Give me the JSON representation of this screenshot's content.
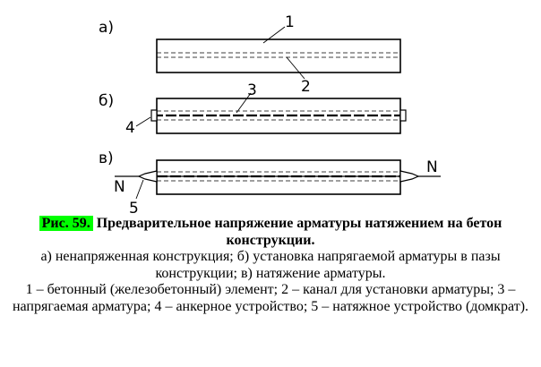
{
  "diagram": {
    "panels": [
      {
        "letter": "а)"
      },
      {
        "letter": "б)"
      },
      {
        "letter": "в)"
      }
    ],
    "labels": {
      "c1": "1",
      "c2": "2",
      "c3": "3",
      "c4": "4",
      "c5": "5",
      "force_left": "N",
      "force_right": "N"
    }
  },
  "caption": {
    "fig_number": "Рис. 59.",
    "title": "Предварительное напряжение арматуры натяжением на бетон конструкции.",
    "line1": "а) ненапряженная конструкция; б) установка напрягаемой арматуры в пазы конструкции; в) натяжение арматуры.",
    "line2": "1 – бетонный (железобетонный) элемент; 2 – канал для установки арматуры; 3 – напрягаемая арматура; 4 – анкерное устройство; 5 – натяжное устройство (домкрат)."
  }
}
